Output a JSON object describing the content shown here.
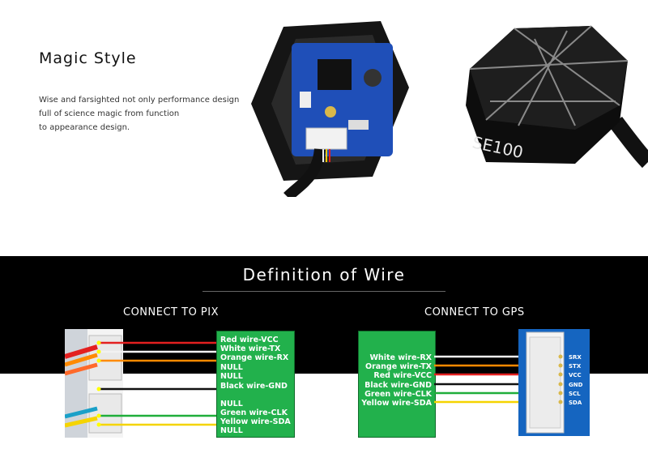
{
  "section_top": {
    "title": "Magic Style",
    "description_lines": [
      "Wise and farsighted not only performance design",
      "full of science magic from function",
      "to appearance design."
    ],
    "product_label": "SE100"
  },
  "section_wire": {
    "title": "Definition of Wire",
    "pix": {
      "heading": "CONNECT TO PIX",
      "labels": [
        "Red wire-VCC",
        "White wire-TX",
        "Orange wire-RX",
        "NULL",
        "NULL",
        "Black wire-GND",
        "NULL",
        "Green wire-CLK",
        "Yellow wire-SDA",
        "NULL"
      ]
    },
    "gps": {
      "heading": "CONNECT TO GPS",
      "labels": [
        "White wire-RX",
        "Orange wire-TX",
        "Red wire-VCC",
        "Black wire-GND",
        "Green wire-CLK",
        "Yellow wire-SDA"
      ],
      "pin_labels": [
        "SRX",
        "STX",
        "VCC",
        "GND",
        "SCL",
        "SDA"
      ]
    }
  },
  "colors": {
    "green_box": "#22b14c",
    "red_wire": "#e32020",
    "white_wire": "#f2f2f2",
    "orange_wire": "#ff8a00",
    "black_wire": "#111111",
    "green_wire": "#1fae3a",
    "yellow_wire": "#f5d400",
    "pcb_blue": "#1565c0"
  }
}
